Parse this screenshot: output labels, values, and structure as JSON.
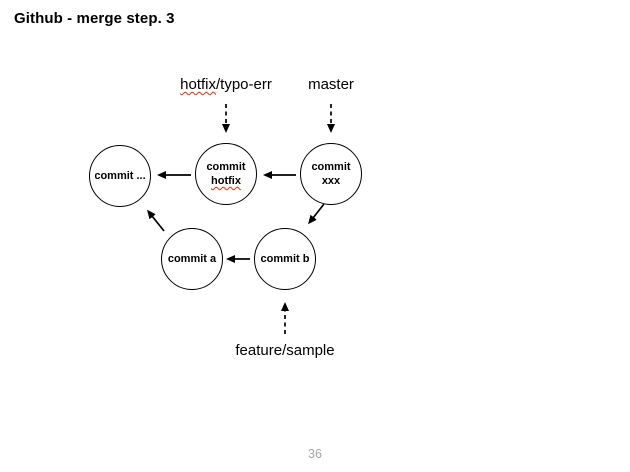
{
  "title": "Github - merge step. 3",
  "page_number": "36",
  "branch_labels": {
    "hotfix_underlined_part": "hotfix",
    "hotfix_rest_part": "/typo-err",
    "master": "master",
    "feature": "feature/sample"
  },
  "nodes": {
    "commit_prev": {
      "label": "commit ..."
    },
    "commit_hotfix": {
      "line1": "commit",
      "line2": "hotfix"
    },
    "commit_xxx": {
      "line1": "commit",
      "line2": "xxx"
    },
    "commit_a": {
      "label": "commit a"
    },
    "commit_b": {
      "label": "commit b"
    }
  },
  "edges": [
    {
      "from": "hotfix-label",
      "to": "commit-hotfix",
      "style": "dashed",
      "direction": "down"
    },
    {
      "from": "master-label",
      "to": "commit-xxx",
      "style": "dashed",
      "direction": "down"
    },
    {
      "from": "commit-hotfix",
      "to": "commit-prev",
      "style": "solid",
      "direction": "left"
    },
    {
      "from": "commit-xxx",
      "to": "commit-hotfix",
      "style": "solid",
      "direction": "left"
    },
    {
      "from": "commit-a",
      "to": "commit-prev",
      "style": "solid",
      "direction": "up-left"
    },
    {
      "from": "commit-xxx",
      "to": "commit-b",
      "style": "solid",
      "direction": "down-left"
    },
    {
      "from": "commit-b",
      "to": "commit-a",
      "style": "solid",
      "direction": "left"
    },
    {
      "from": "feature-label",
      "to": "commit-b",
      "style": "dashed",
      "direction": "up"
    }
  ],
  "colors": {
    "line": "#000000",
    "spellcheck_underline": "#ff2600",
    "page_number": "#a6a6a6"
  }
}
